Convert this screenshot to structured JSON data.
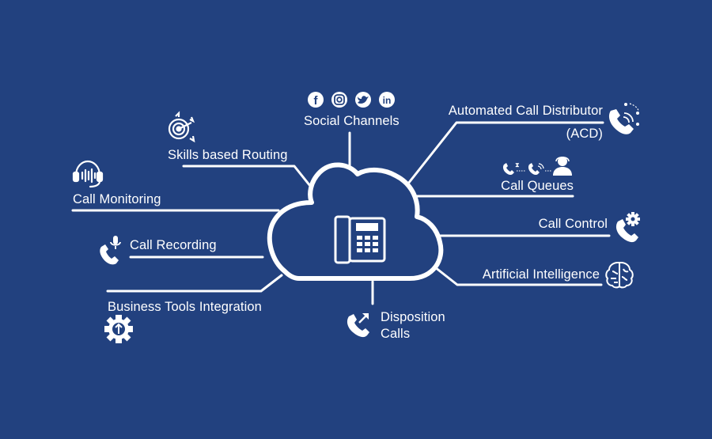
{
  "colors": {
    "background": "#22417f",
    "foreground": "#ffffff"
  },
  "center": {
    "icon": "desk-phone-icon"
  },
  "features": {
    "social_channels": {
      "label": "Social Channels",
      "icons": [
        "facebook-icon",
        "instagram-icon",
        "twitter-icon",
        "linkedin-icon"
      ]
    },
    "skills_routing": {
      "label": "Skills based Routing",
      "icon": "target-routing-icon"
    },
    "call_monitoring": {
      "label": "Call Monitoring",
      "icon": "headset-icon"
    },
    "call_recording": {
      "label": "Call Recording",
      "icon": "phone-microphone-icon"
    },
    "business_tools": {
      "label": "Business Tools Integration",
      "icon": "gear-upload-icon"
    },
    "acd": {
      "label_line1": "Automated Call Distributor",
      "label_line2": "(ACD)",
      "icon": "phone-distribution-icon"
    },
    "call_queues": {
      "label": "Call Queues",
      "icon": "queue-agent-icon"
    },
    "call_control": {
      "label": "Call Control",
      "icon": "phone-gear-icon"
    },
    "ai": {
      "label": "Artificial Intelligence",
      "icon": "brain-icon"
    },
    "disposition": {
      "label_line1": "Disposition",
      "label_line2": "Calls",
      "icon": "phone-outgoing-icon"
    }
  }
}
